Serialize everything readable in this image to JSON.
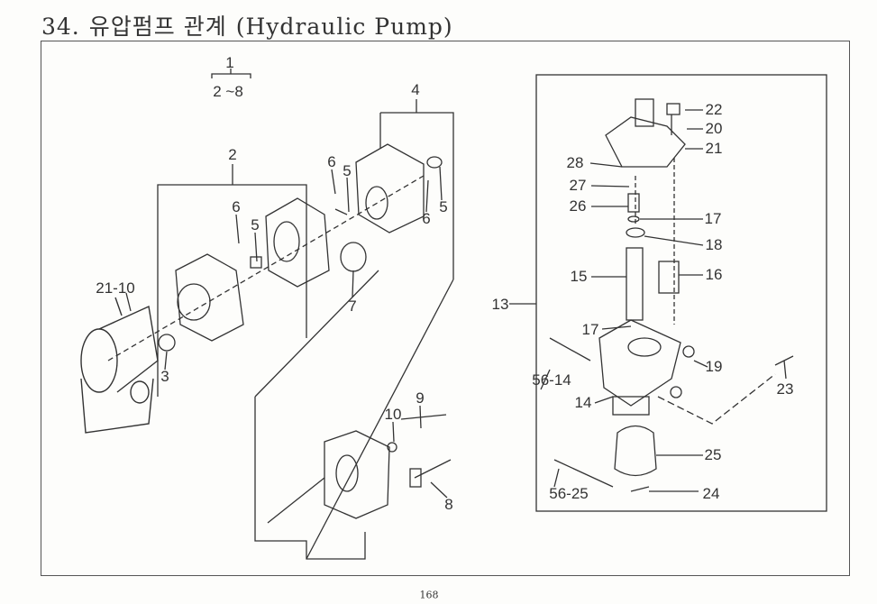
{
  "header": {
    "number": "34.",
    "title_korean": "유압펌프 관계",
    "title_english": "(Hydraulic Pump)"
  },
  "callouts": [
    "1",
    "2 ~8",
    "4",
    "2",
    "6",
    "5",
    "6",
    "5",
    "6",
    "5",
    "7",
    "21-10",
    "3",
    "10",
    "9",
    "8",
    "22",
    "20",
    "21",
    "28",
    "27",
    "26",
    "17",
    "18",
    "15",
    "16",
    "13",
    "17",
    "19",
    "56-14",
    "23",
    "14",
    "25",
    "56-25",
    "24"
  ],
  "footer": {
    "page_number": "168"
  }
}
